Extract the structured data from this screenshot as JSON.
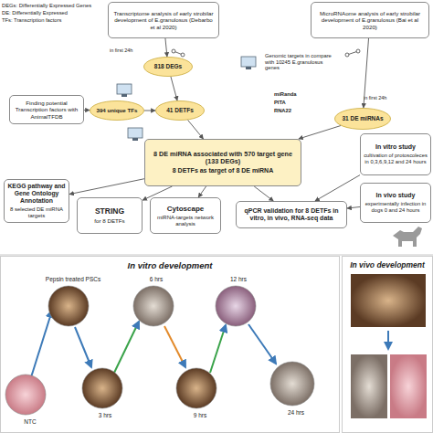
{
  "diagram": {
    "nodes": [
      {
        "text": [
          "Transcriptome analysis of early strobilar development of E.granulosus (Debarbo et al 2020)"
        ]
      },
      {
        "text": [
          "MicroRNAome analysis of early strobilar development of E.granulosus (Bai et al 2020)"
        ]
      },
      {
        "text": [
          "818 DEGs"
        ]
      },
      {
        "text": [
          "Finding potential Transcription factors with AnimalTFDB"
        ]
      },
      {
        "text": [
          "394 unique TFs"
        ]
      },
      {
        "text": [
          "41 DETFs"
        ]
      },
      {
        "text": [
          "31 DE miRNAs"
        ]
      },
      {
        "text": [
          "8 DE miRNA associated with 570 target gene (133 DEGs)",
          "8 DETFs as target of 8 DE miRNA"
        ]
      },
      {
        "text": [
          "KEGG pathway and Gene Ontology Annotation",
          "8 selected DE miRNA targets"
        ]
      },
      {
        "text": [
          "STRING",
          "for 8 DETFs"
        ]
      },
      {
        "text": [
          "Cytoscape",
          "miRNA-targets network analysis"
        ]
      },
      {
        "text": [
          "qPCR validation for 8 DETFs in vitro, in vivo, RNA-seq data"
        ]
      },
      {
        "text": [
          "In vitro study",
          "cultivation of protoscoleces in 0,3,6,9,12 and 24 hours"
        ]
      },
      {
        "text": [
          "In vivo study",
          "experimentally infection in dogs 0 and 24 hours"
        ]
      },
      {
        "text": [
          "In vitro development"
        ]
      },
      {
        "text": [
          "In vivo development"
        ]
      }
    ],
    "edges": [
      {
        "from": 0,
        "to": 2,
        "arrow": "to"
      },
      {
        "from": 1,
        "to": 6,
        "arrow": "to"
      },
      {
        "from": 2,
        "to": 5,
        "arrow": "to"
      },
      {
        "from": 3,
        "to": 4,
        "arrow": "to"
      },
      {
        "from": 4,
        "to": 5,
        "arrow": "to"
      },
      {
        "from": 6,
        "to": 7,
        "arrow": "to"
      },
      {
        "from": 5,
        "to": 7,
        "arrow": "to"
      },
      {
        "from": 7,
        "to": 8,
        "arrow": "to"
      },
      {
        "from": 7,
        "to": 9,
        "arrow": "to"
      },
      {
        "from": 7,
        "to": 10,
        "arrow": "to"
      },
      {
        "from": 7,
        "to": 11,
        "arrow": "to"
      },
      {
        "from": 12,
        "to": 11,
        "arrow": "to"
      },
      {
        "from": 13,
        "to": 11,
        "arrow": "to"
      }
    ],
    "labels": [
      "DEGs: Differentially Expressed Genes",
      "DE: Differentially Expressed",
      "TFs: Transcription factors",
      "in first 24h",
      "in first 24h",
      "Genomic targets in compare with 10245 E.granulosus genes",
      "miRanda",
      "PITA",
      "RNA22",
      "NTC",
      "Pepsin treated PSCs",
      "3 hrs",
      "6 hrs",
      "9 hrs",
      "12 hrs",
      "24 hrs"
    ]
  }
}
